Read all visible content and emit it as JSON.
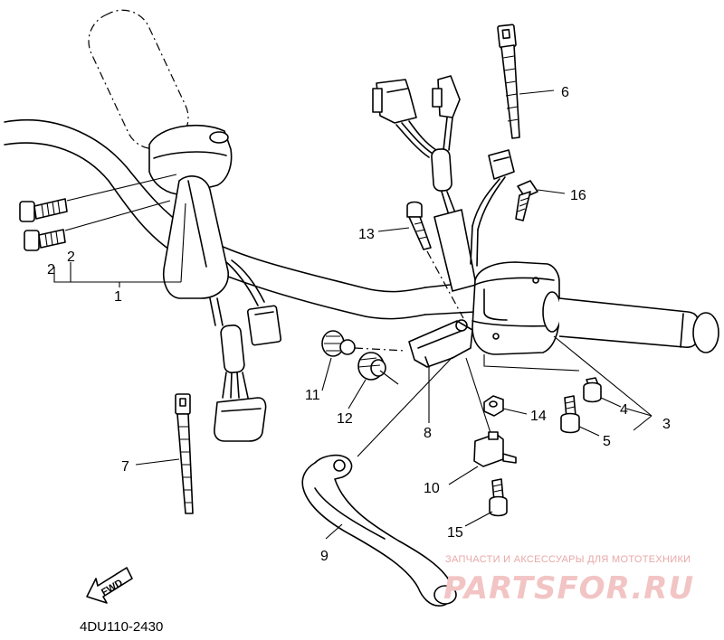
{
  "diagram_code": "4DU110-2430",
  "fwd_label": "FWD",
  "watermark": {
    "tagline": "ЗАПЧАСТИ И АКСЕССУАРЫ ДЛЯ МОТОТЕХНИКИ",
    "brand": "PARTSFOR.RU"
  },
  "callouts": [
    {
      "id": "1",
      "text": "1"
    },
    {
      "id": "2a",
      "text": "2"
    },
    {
      "id": "2b",
      "text": "2"
    },
    {
      "id": "3",
      "text": "3"
    },
    {
      "id": "4",
      "text": "4"
    },
    {
      "id": "5",
      "text": "5"
    },
    {
      "id": "6",
      "text": "6"
    },
    {
      "id": "7",
      "text": "7"
    },
    {
      "id": "8",
      "text": "8"
    },
    {
      "id": "9",
      "text": "9"
    },
    {
      "id": "10",
      "text": "10"
    },
    {
      "id": "11",
      "text": "11"
    },
    {
      "id": "12",
      "text": "12"
    },
    {
      "id": "13",
      "text": "13"
    },
    {
      "id": "14",
      "text": "14"
    },
    {
      "id": "15",
      "text": "15"
    },
    {
      "id": "16",
      "text": "16"
    }
  ]
}
